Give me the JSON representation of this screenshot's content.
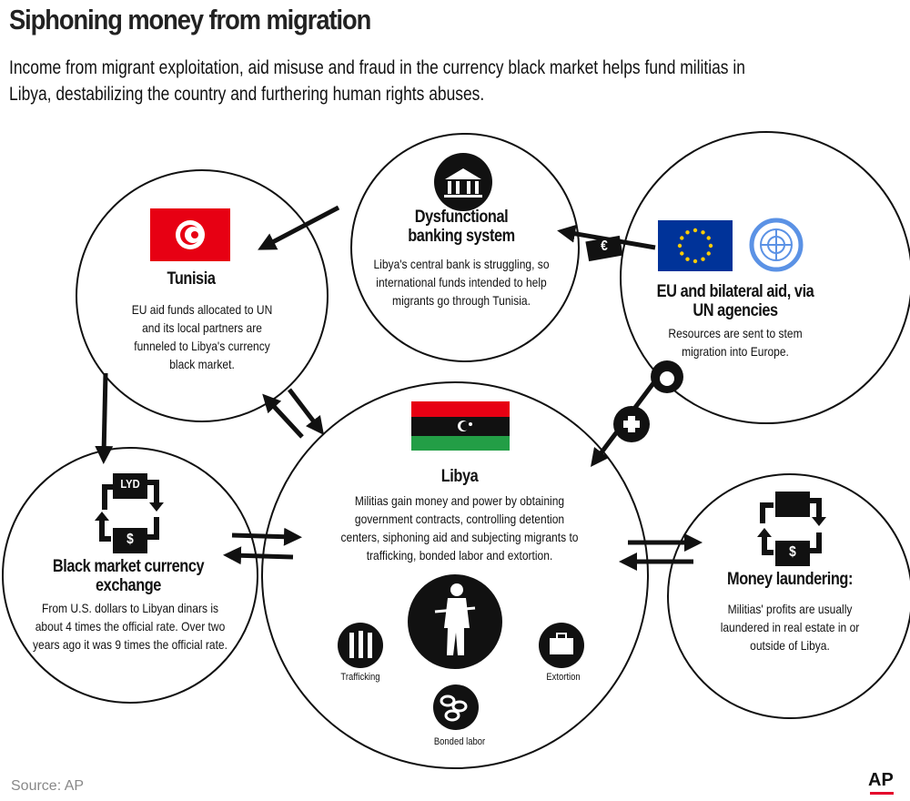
{
  "header": {
    "title": "Siphoning money from migration",
    "subtitle": "Income from migrant exploitation, aid misuse and fraud in the currency black market helps fund militias in Libya, destabilizing the country and furthering human rights abuses."
  },
  "nodes": {
    "tunisia": {
      "title": "Tunisia",
      "body": "EU aid funds allocated to UN and its local partners are funneled to Libya's currency black market."
    },
    "banking": {
      "title": "Dysfunctional banking system",
      "body": "Libya's central bank is struggling, so international funds intended to help migrants go through Tunisia."
    },
    "eu": {
      "title": "EU and bilateral aid, via UN agencies",
      "body": "Resources are sent to stem migration into Europe."
    },
    "black_market": {
      "title": "Black market currency exchange",
      "body": "From  U.S. dollars to Libyan dinars is about 4 times the official rate. Over two years ago it was 9 times the official rate.",
      "currency_top": "LYD",
      "currency_bottom": "$"
    },
    "libya": {
      "title": "Libya",
      "body": "Militias gain money and power by obtaining government contracts, controlling detention centers, siphoning aid and subjecting migrants to trafficking, bonded labor and extortion.",
      "icons": [
        "Trafficking",
        "Extortion",
        "Bonded labor"
      ]
    },
    "laundering": {
      "title": "Money laundering:",
      "body": "Militias' profits are usually laundered in real estate in or outside of Libya.",
      "currency_bottom": "$"
    }
  },
  "euro_tag": "€",
  "footer": {
    "source": "Source: AP",
    "logo": "AP"
  },
  "colors": {
    "tunisia_red": "#e70013",
    "eu_blue": "#003399",
    "eu_gold": "#ffcc00",
    "un_blue": "#5b92e5",
    "libya_red": "#e70013",
    "libya_green": "#239e46",
    "ap_red": "#e4002b"
  }
}
